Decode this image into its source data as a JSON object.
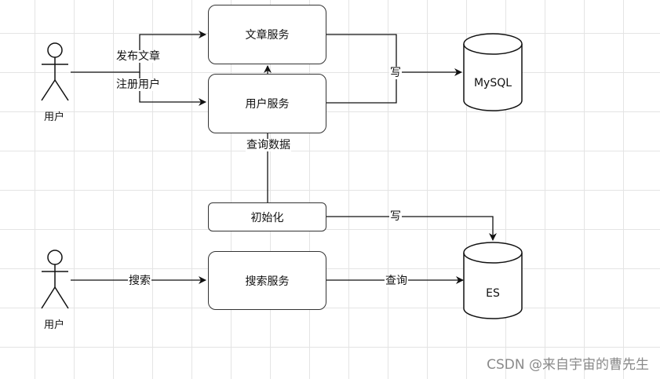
{
  "nodes": {
    "article_service": "文章服务",
    "user_service": "用户服务",
    "init": "初始化",
    "search_service": "搜索服务",
    "mysql": "MySQL",
    "es": "ES"
  },
  "actors": {
    "top": "用户",
    "bottom": "用户"
  },
  "edge_labels": {
    "publish_article": "发布文章",
    "register_user": "注册用户",
    "write_mysql": "写",
    "query_data": "查询数据",
    "write_es": "写",
    "search": "搜索",
    "query": "查询"
  },
  "watermark": "CSDN @来自宇宙的曹先生"
}
